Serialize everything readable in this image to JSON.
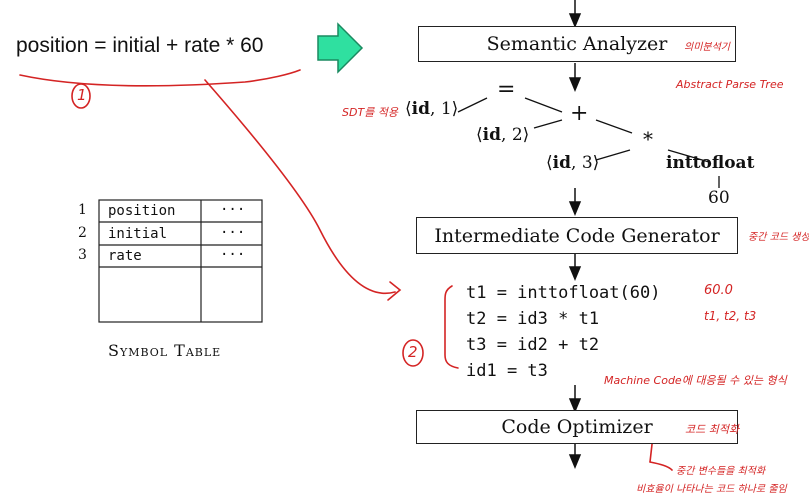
{
  "statement": "position = initial + rate * 60",
  "pipeline": {
    "semantic_analyzer": "Semantic Analyzer",
    "intermediate_code_generator": "Intermediate Code Generator",
    "code_optimizer": "Code Optimizer"
  },
  "symbol_table": {
    "rows": [
      {
        "num": "1",
        "name": "position",
        "attr": "···"
      },
      {
        "num": "2",
        "name": "initial",
        "attr": "···"
      },
      {
        "num": "3",
        "name": "rate",
        "attr": "···"
      }
    ],
    "caption": "Symbol Table"
  },
  "tree": {
    "assign": "=",
    "plus": "+",
    "times": "*",
    "id1": {
      "name": "id",
      "num": "1"
    },
    "id2": {
      "name": "id",
      "num": "2"
    },
    "id3": {
      "name": "id",
      "num": "3"
    },
    "inttofloat": "inttofloat",
    "sixty": "60"
  },
  "code": [
    "t1 = inttofloat(60)",
    "t2 = id3 * t1",
    "t3 = id2 + t2",
    "id1 = t3"
  ],
  "annotations": {
    "circle1": "1",
    "circle2": "2",
    "semantic_note": "의미분석기",
    "ast_note": "Abstract Parse Tree",
    "sdt_note": "SDT를 적용",
    "icg_note": "중간 코드 생성",
    "float_note": "60.0",
    "temps_note": "t1, t2, t3",
    "machine_note": "Machine Code에 대응될 수 있는 형식",
    "opt_note": "코드 최적화",
    "opt_detail1": "중간 변수들을 최적화",
    "opt_detail2": "비효율이 나타나는 코드 하나로 줄임"
  },
  "colors": {
    "arrow_green": "#2fe0a0",
    "ink_red": "#d42424"
  }
}
